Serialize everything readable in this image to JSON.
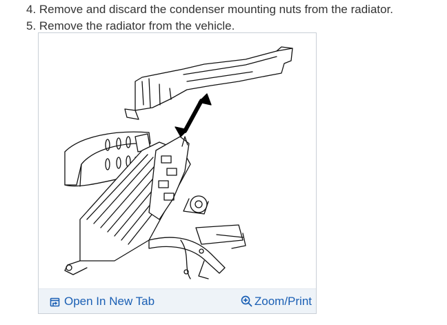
{
  "steps": [
    {
      "text": "4. Remove and discard the condenser mounting nuts from the radiator."
    },
    {
      "text": "5. Remove the radiator from the vehicle."
    }
  ],
  "figure": {
    "open_new_tab": {
      "label": "Open In New Tab",
      "icon": "open-new-tab-icon"
    },
    "zoom_print": {
      "label": "Zoom/Print",
      "icon": "zoom-in-icon"
    },
    "link_color": "#1a5fb4",
    "footer_bg": "#eef3f8"
  }
}
